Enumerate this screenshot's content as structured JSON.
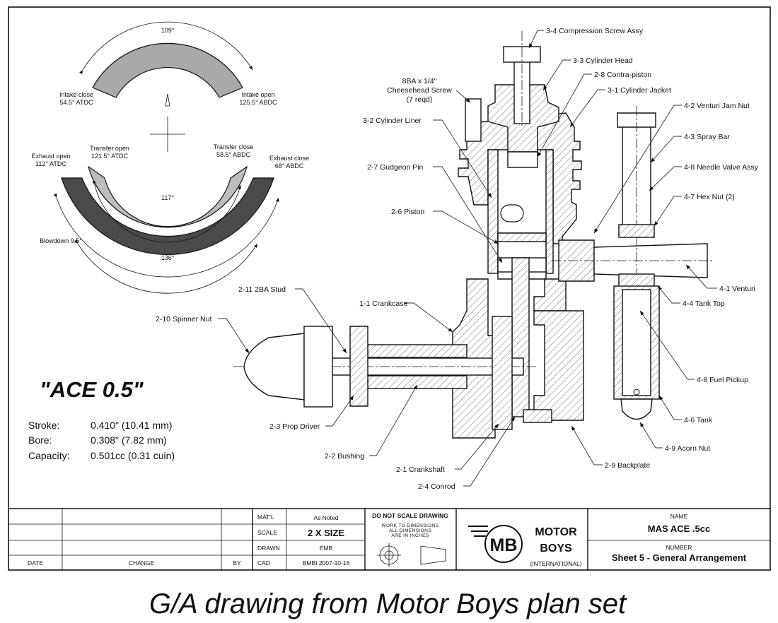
{
  "timing": {
    "intake": {
      "arc": "109°",
      "close": "Intake close",
      "close_val": "54.5° ATDC",
      "open": "Intake open",
      "open_val": "125.5° ABDC"
    },
    "transfer": {
      "open": "Transfer open",
      "open_val": "121.5° ATDC",
      "close": "Transfer close",
      "close_val": "58.5° ABDC",
      "arc": "117°"
    },
    "exhaust": {
      "open": "Exhaust open",
      "open_val": "112° ATDC",
      "close": "Exhaust close",
      "close_val": "68° ABDC",
      "arc": "136°"
    },
    "blowdown": "Blowdown 9.5°",
    "colors": {
      "intake": "#a9a9a9",
      "transfer": "#bdbdbd",
      "exhaust": "#4a4a4a"
    }
  },
  "title": "\"ACE 0.5\"",
  "specs": [
    {
      "label": "Stroke:",
      "value": "0.410\" (10.41 mm)"
    },
    {
      "label": "Bore:",
      "value": "0.308\" (7.82 mm)"
    },
    {
      "label": "Capacity:",
      "value": "0.501cc (0.31 cuin)"
    }
  ],
  "parts": {
    "compression_screw": "3-4 Compression Screw Assy",
    "cylinder_head": "3-3 Cylinder Head",
    "contra_piston": "2-8 Contra-piston",
    "cylinder_jacket": "3-1 Cylinder Jacket",
    "screw_line1": "8BA x 1/4\"",
    "screw_line2": "Cheesehead Screw",
    "screw_line3": "(7 reqd)",
    "cylinder_liner": "3-2 Cylinder Liner",
    "gudgeon_pin": "2-7 Gudgeon Pin",
    "piston": "2-6 Piston",
    "stud": "2-11 2BA Stud",
    "crankcase": "1-1 Crankcase",
    "spinner_nut": "2-10 Spinner Nut",
    "prop_driver": "2-3 Prop Driver",
    "bushing": "2-2 Bushing",
    "crankshaft": "2-1 Crankshaft",
    "conrod": "2-4 Conrod",
    "backplate": "2-9 Backplate",
    "venturi_jam_nut": "4-2 Venturi Jam Nut",
    "spray_bar": "4-3 Spray Bar",
    "needle_valve": "4-8 Needle Valve Assy",
    "hex_nut": "4-7 Hex Nut (2)",
    "venturi": "4-1 Venturi",
    "tank_top": "4-4 Tank Top",
    "fuel_pickup": "4-8 Fuel Pickup",
    "tank": "4-6 Tank",
    "acorn_nut": "4-9 Acorn Nut"
  },
  "title_block": {
    "date": "DATE",
    "change": "CHANGE",
    "by": "BY",
    "matl_label": "MAT'L",
    "matl_value": "As Noted",
    "scale_label": "SCALE",
    "scale_value": "2 X SIZE",
    "drawn_label": "DRAWN",
    "drawn_value": "EMB",
    "cad_label": "CAD",
    "cad_value": "BMBI 2007-10-16",
    "warning": "DO NOT SCALE DRAWING",
    "warning_sub1": "WORK TO DIMENSIONS",
    "warning_sub2": "ALL DIMENSIONS",
    "warning_sub3": "ARE IN INCHES",
    "logo_mark": "MB",
    "company_line1": "MOTOR",
    "company_line2": "BOYS",
    "company_line3": "(INTERNATIONAL)",
    "name_label": "NAME",
    "name_value": "MAS ACE .5cc",
    "number_label": "NUMBER",
    "number_value": "Sheet 5 - General Arrangement"
  },
  "caption": "G/A drawing from Motor Boys plan set"
}
